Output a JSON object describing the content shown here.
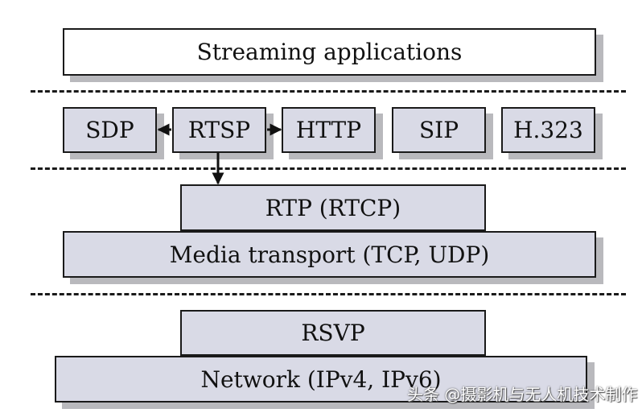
{
  "diagram": {
    "applications": "Streaming applications",
    "protocols": {
      "sdp": "SDP",
      "rtsp": "RTSP",
      "http": "HTTP",
      "sip": "SIP",
      "h323": "H.323"
    },
    "rtp": "RTP (RTCP)",
    "media_transport": "Media transport (TCP, UDP)",
    "rsvp": "RSVP",
    "network": "Network (IPv4, IPv6)"
  },
  "watermark": {
    "text": "头条 @摄影机与无人机技术制作"
  }
}
